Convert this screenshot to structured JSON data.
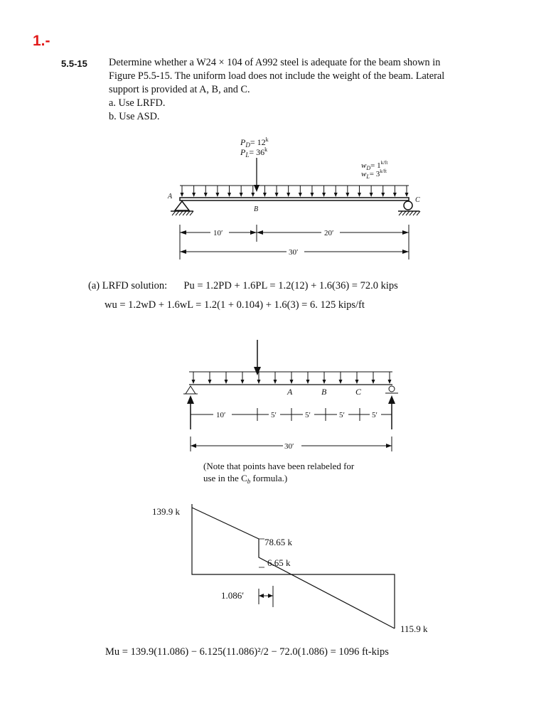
{
  "question_number": "1.-",
  "problem": {
    "number": "5.5-15",
    "lines": [
      "Determine whether a W24 × 104 of A992 steel is adequate for the beam shown in",
      "Figure P5.5-15. The uniform load does not include the weight of the beam. Lateral",
      "support is provided at A, B, and C.",
      "a.  Use LRFD.",
      "b.  Use ASD."
    ]
  },
  "figure1": {
    "pd": "P",
    "pd_sub": "D",
    "pd_val": "= 12",
    "pl": "P",
    "pl_sub": "L",
    "pl_val": "= 36",
    "kip_sup": "k",
    "wd": "w",
    "wd_sub": "D",
    "wd_val": "= 1",
    "wl": "w",
    "wl_sub": "L",
    "wl_val": "= 3",
    "kft_sup": "k/ft",
    "label_a": "A",
    "label_b": "B",
    "label_c": "C",
    "dim_10": "10′",
    "dim_20": "20′",
    "dim_30": "30′"
  },
  "lrfd": {
    "line1_label": "(a) LRFD solution:",
    "line1_eq": "Pu = 1.2PD + 1.6PL = 1.2(12) + 1.6(36) = 72.0 kips",
    "line2_eq": "wu = 1.2wD + 1.6wL = 1.2(1 + 0.104) + 1.6(3) = 6. 125 kips/ft"
  },
  "figure2": {
    "label_a": "A",
    "label_b": "B",
    "label_c": "C",
    "dim_10": "10′",
    "dim_5a": "5′",
    "dim_5b": "5′",
    "dim_5c": "5′",
    "dim_5d": "5′",
    "dim_30": "30′",
    "note_line1": "(Note that points have been relabeled for",
    "note_line2": "use in the C",
    "note_sub": "b",
    "note_end": " formula.)"
  },
  "shear_diagram": {
    "v1": "139.9 k",
    "v2": "78.65 k",
    "v3": "6.65 k",
    "v4": "115.9 k",
    "x_dim": "1.086′"
  },
  "moment_eq": "Mu = 139.9(11.086) − 6.125(11.086)²/2 − 72.0(1.086) = 1096 ft-kips"
}
